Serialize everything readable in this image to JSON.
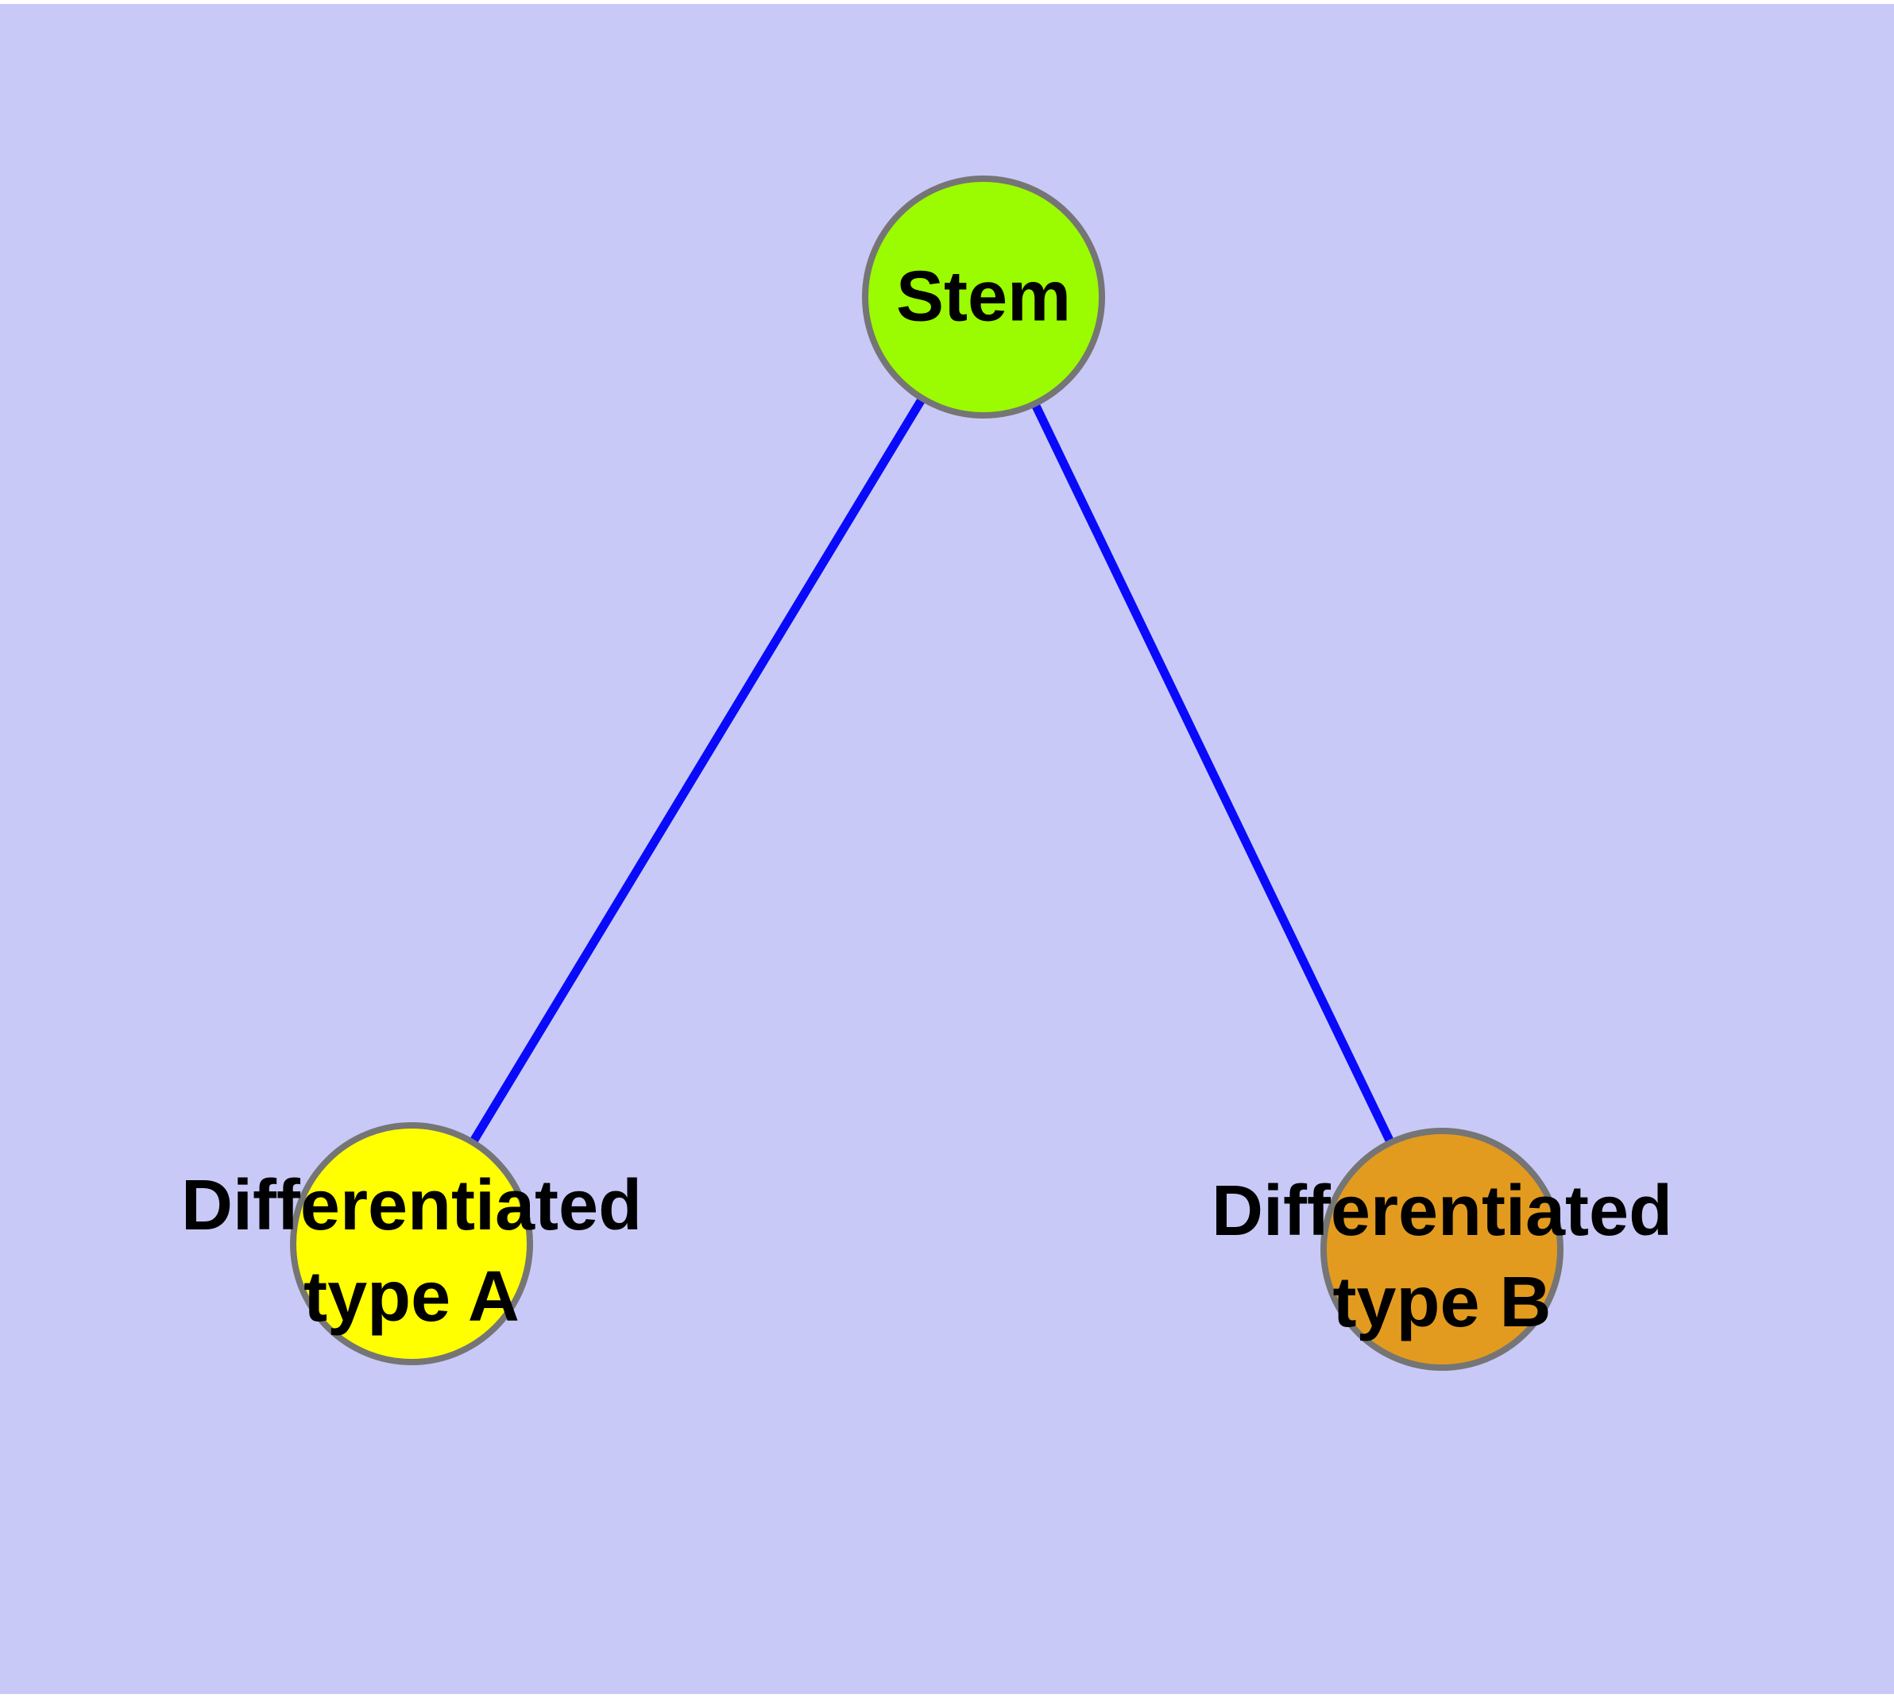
{
  "diagram": {
    "type": "node-edge-graph",
    "nodes": {
      "stem": {
        "label": "Stem",
        "fill": "#9BFB00"
      },
      "type_a": {
        "label": "Differentiated\ntype A",
        "fill": "#FFFF00"
      },
      "type_b": {
        "label": "Differentiated\ntype B",
        "fill": "#E39B1F"
      }
    },
    "edges": [
      {
        "from": "Stem",
        "to": "Differentiated type A"
      },
      {
        "from": "Stem",
        "to": "Differentiated type B"
      }
    ],
    "colors": {
      "background": "#C9C9F8",
      "frame": "#FFFFFF",
      "edge": "#0A0AFB",
      "node_border": "#757575",
      "label_text": "#000000"
    }
  }
}
